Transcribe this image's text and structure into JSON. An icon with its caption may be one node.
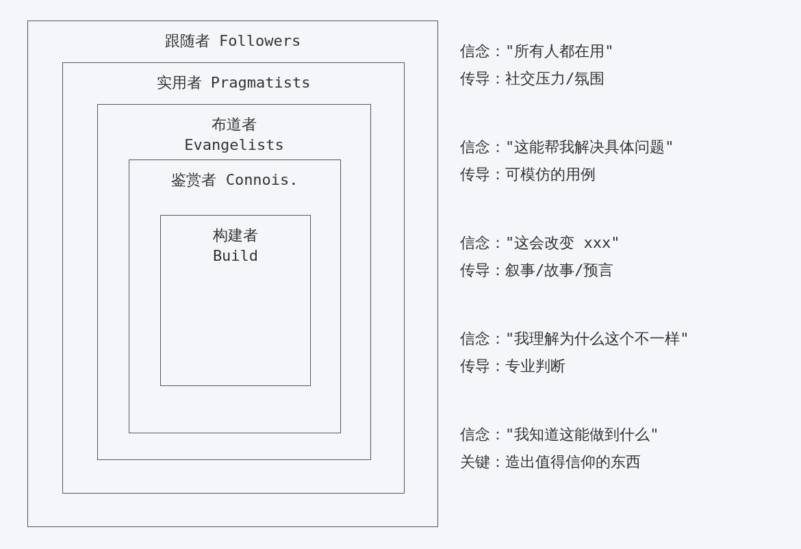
{
  "diagram": {
    "nodes": [
      {
        "text": [
          "跟随者 Followers"
        ],
        "beside": [
          "信念：\"所有人都在用\"",
          "传导：社交压力/氛围"
        ]
      },
      {
        "text": [
          "实用者 Pragmatists"
        ],
        "in": 0,
        "beside": [
          "信念：\"这能帮我解决具体问题\"",
          "传导：可模仿的用例"
        ]
      },
      {
        "text": [
          "布道者 Evangelists"
        ],
        "in": 1,
        "beside": [
          "信念：\"这会改变 xxx\"",
          "传导：叙事/故事/预言"
        ]
      },
      {
        "text": [
          "鉴赏者 Connois."
        ],
        "in": 2,
        "beside": [
          "信念：\"我理解为什么这个不一样\"",
          "传导：专业判断"
        ]
      },
      {
        "text": [
          "构建者 Build"
        ],
        "in": 3,
        "beside": [
          "信念：\"我知道这能做到什么\"",
          "关键：造出值得信仰的东西"
        ]
      }
    ]
  }
}
